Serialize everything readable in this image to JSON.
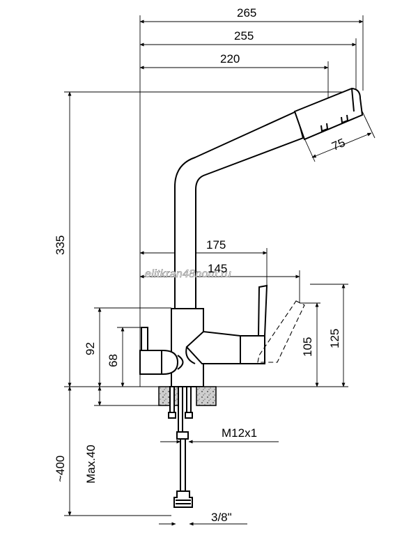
{
  "dimensions": {
    "total_reach": "265",
    "spout_reach": "255",
    "outlet_reach": "220",
    "outlet_length": "75",
    "height": "335",
    "handle_reach": "175",
    "filter_handle_reach": "145",
    "body_height_left": "92",
    "handle_height_left": "68",
    "lever_height": "105",
    "lever_top_height": "125",
    "thread": "M12x1",
    "max_thickness": "Max.40",
    "hose_length": "~400",
    "connector": "3/8\""
  },
  "watermark": "elitkran48nom.ru"
}
